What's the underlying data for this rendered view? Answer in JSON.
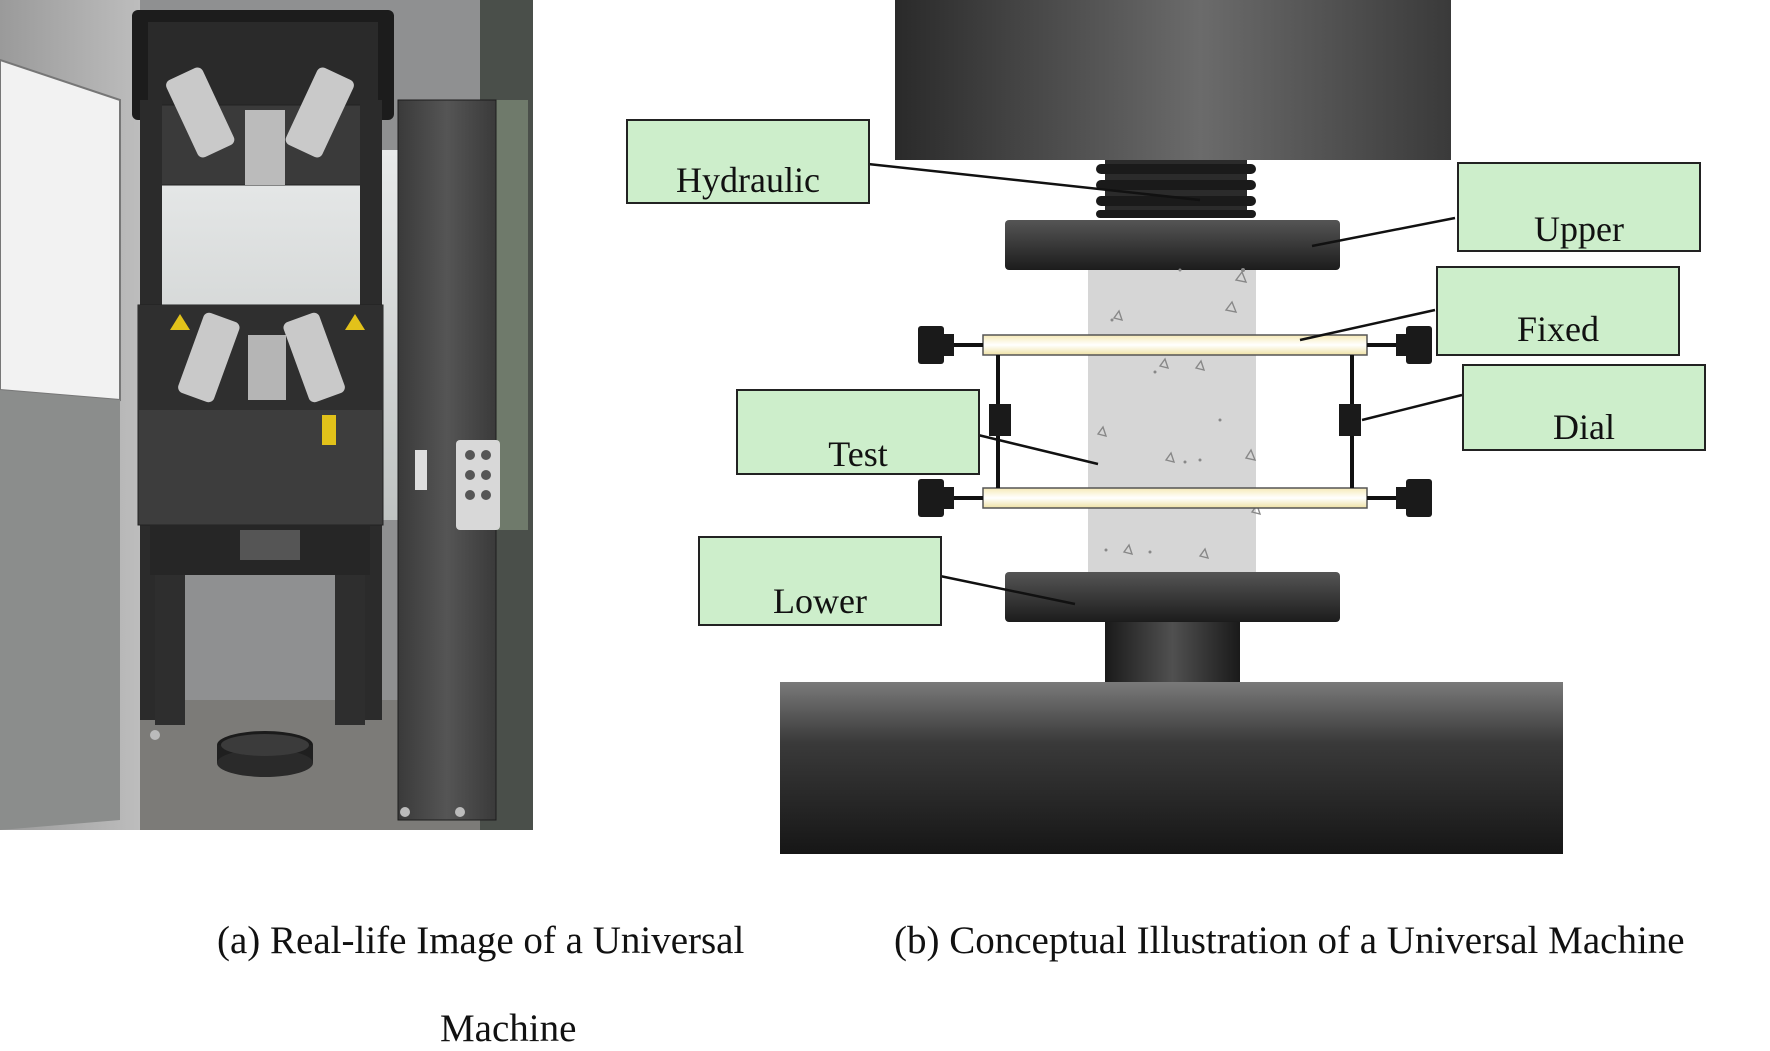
{
  "labels": {
    "hydraulic": "Hydraulic",
    "upper": "Upper",
    "fixed": "Fixed",
    "dial": "Dial",
    "test": "Test",
    "lower": "Lower"
  },
  "captions": {
    "a_line1": "(a)  Real-life Image of a Universal",
    "a_line2": "Machine",
    "b": "(b) Conceptual Illustration of a Universal Machine"
  },
  "colors": {
    "label_fill": "#cdeecb",
    "specimen": "#d6d6d6",
    "machine_dark": "#2b2b2b"
  }
}
